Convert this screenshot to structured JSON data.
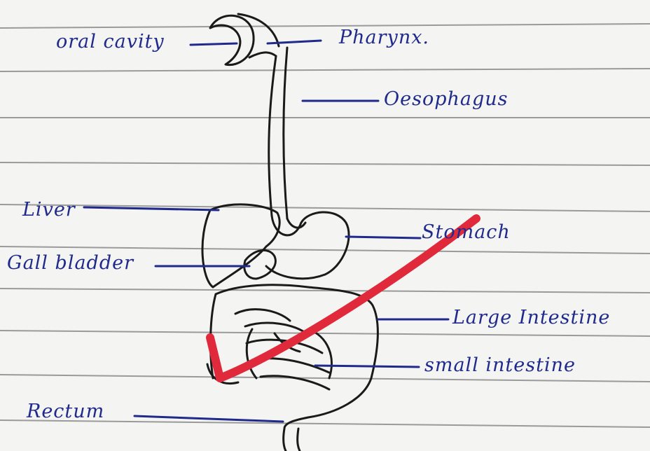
{
  "diagram": {
    "labels": {
      "oral_cavity": "oral cavity",
      "pharynx": "Pharynx.",
      "oesophagus": "Oesophagus",
      "liver": "Liver",
      "stomach": "Stomach",
      "gall_bladder": "Gall bladder",
      "large_intestine": "Large Intestine",
      "small_intestine": "small intestine",
      "rectum": "Rectum"
    }
  },
  "colors": {
    "paper": "#f4f4f2",
    "rule_line": "#9a9a9a",
    "ink_blue": "#1f2a8c",
    "ink_black": "#1a1a1a",
    "check_mark": "#e02a3c"
  },
  "annotation": {
    "mark": "check-mark"
  }
}
